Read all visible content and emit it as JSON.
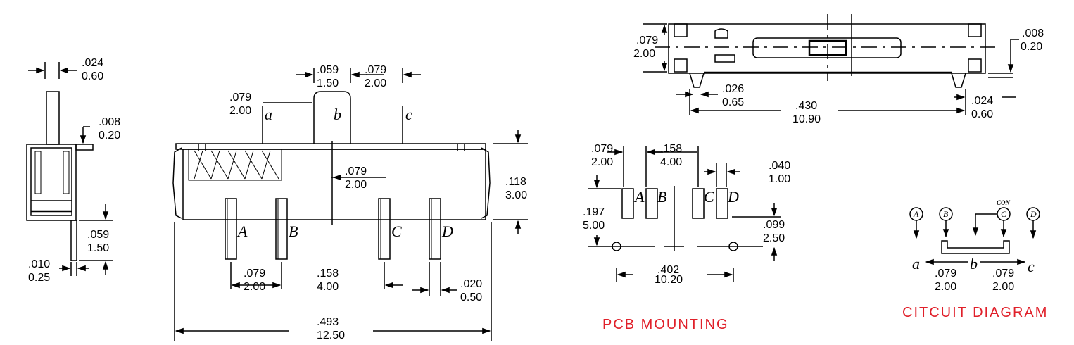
{
  "side_view": {
    "d1_in": ".024",
    "d1_mm": "0.60",
    "d2_in": ".008",
    "d2_mm": "0.20",
    "d3_in": ".059",
    "d3_mm": "1.50",
    "d4_in": ".010",
    "d4_mm": "0.25"
  },
  "front_view": {
    "d_top_left_in": ".079",
    "d_top_left_mm": "2.00",
    "d_knob_in": ".059",
    "d_knob_mm": "1.50",
    "d_top_right_in": ".079",
    "d_top_right_mm": "2.00",
    "d_mid_in": ".079",
    "d_mid_mm": "2.00",
    "d_height_in": ".118",
    "d_height_mm": "3.00",
    "d_pin_pitch_in": ".079",
    "d_pin_pitch_mm": "2.00",
    "d_pin_span_in": ".158",
    "d_pin_span_mm": "4.00",
    "d_pin_width_in": ".020",
    "d_pin_width_mm": "0.50",
    "d_overall_in": ".493",
    "d_overall_mm": "12.50",
    "pos_a": "a",
    "pos_b": "b",
    "pos_c": "c",
    "pin_a": "A",
    "pin_b": "B",
    "pin_c": "C",
    "pin_d": "D"
  },
  "top_view": {
    "d_left_in": ".079",
    "d_left_mm": "2.00",
    "d_right_in": ".008",
    "d_right_mm": "0.20",
    "d_foot_in": ".026",
    "d_foot_mm": "0.65",
    "d_length_in": ".430",
    "d_length_mm": "10.90",
    "d_foot_r_in": ".024",
    "d_foot_r_mm": "0.60"
  },
  "pcb": {
    "title": "PCB  MOUNTING",
    "d_a_in": ".079",
    "d_a_mm": "2.00",
    "d_b_in": ".158",
    "d_b_mm": "4.00",
    "d_c_in": ".040",
    "d_c_mm": "1.00",
    "d_h_in": ".197",
    "d_h_mm": "5.00",
    "d_hole_in": ".099",
    "d_hole_mm": "2.50",
    "d_span_in": ".402",
    "d_span_mm": "10.20",
    "pin_a": "A",
    "pin_b": "B",
    "pin_c": "C",
    "pin_d": "D"
  },
  "circuit": {
    "title": "CITCUIT  DIAGRAM",
    "node_a": "A",
    "node_b": "B",
    "node_c": "C",
    "node_d": "D",
    "con": "CON",
    "pos_a": "a",
    "pos_b": "b",
    "pos_c": "c",
    "d1_in": ".079",
    "d1_mm": "2.00",
    "d2_in": ".079",
    "d2_mm": "2.00"
  },
  "colors": {
    "title": "#e0202a",
    "line": "#000000"
  }
}
